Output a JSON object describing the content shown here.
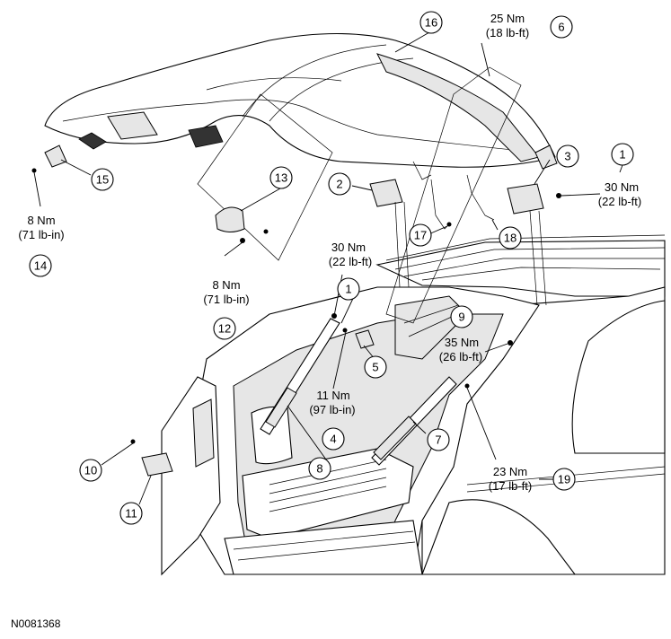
{
  "figure_code": "N0081368",
  "callouts": [
    {
      "num": "1"
    },
    {
      "num": "2"
    },
    {
      "num": "3"
    },
    {
      "num": "4"
    },
    {
      "num": "5"
    },
    {
      "num": "6"
    },
    {
      "num": "7"
    },
    {
      "num": "8"
    },
    {
      "num": "9"
    },
    {
      "num": "10"
    },
    {
      "num": "11"
    },
    {
      "num": "12"
    },
    {
      "num": "13"
    },
    {
      "num": "14"
    },
    {
      "num": "15"
    },
    {
      "num": "16"
    },
    {
      "num": "17"
    },
    {
      "num": "18"
    },
    {
      "num": "19"
    },
    {
      "num": "1"
    }
  ],
  "torques": [
    {
      "line1": "25 Nm",
      "line2": "(18 lb-ft)"
    },
    {
      "line1": "30 Nm",
      "line2": "(22 lb-ft)"
    },
    {
      "line1": "8 Nm",
      "line2": "(71 lb-in)"
    },
    {
      "line1": "8 Nm",
      "line2": "(71 lb-in)"
    },
    {
      "line1": "30 Nm",
      "line2": "(22 lb-ft)"
    },
    {
      "line1": "35 Nm",
      "line2": "(26 lb-ft)"
    },
    {
      "line1": "11 Nm",
      "line2": "(97 lb-in)"
    },
    {
      "line1": "23 Nm",
      "line2": "(17 lb-ft)"
    }
  ]
}
